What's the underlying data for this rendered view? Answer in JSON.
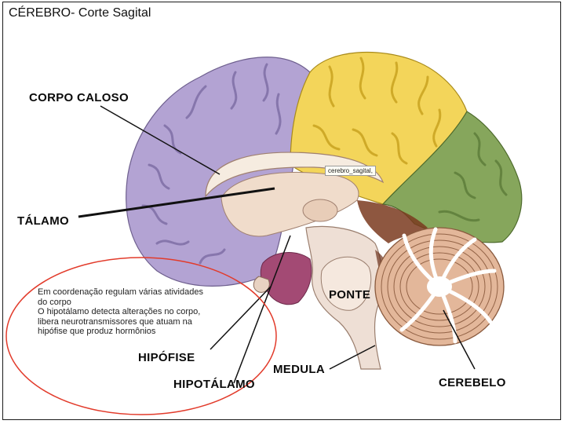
{
  "slide": {
    "title": "CÉREBRO- Corte Sagital",
    "colors": {
      "frontal_lobe": "#b3a3d3",
      "parietal_lobe": "#f3d55a",
      "occipital_lobe": "#86a65c",
      "brainstem": "#eedfd5",
      "thalamus": "#f0dccb",
      "hypothalamus": "#a34a74",
      "cerebellum": "#e3b79a",
      "annotation_circle": "#e23b2b"
    },
    "labels": {
      "corpo_caloso": "CORPO CALOSO",
      "talamo": "TÁLAMO",
      "ponte": "PONTE",
      "hipofise": "HIPÓFISE",
      "hipotalamo": "HIPOTÁLAMO",
      "medula": "MEDULA",
      "cerebelo": "CEREBELO"
    },
    "tooltip": "cerebro_sagital,",
    "note_lines": [
      "Em coordenação regulam várias atividades",
      "do corpo",
      "O hipotálamo detecta alterações no corpo,",
      "libera neurotransmissores que atuam na",
      "hipófise que produz hormônios"
    ]
  }
}
